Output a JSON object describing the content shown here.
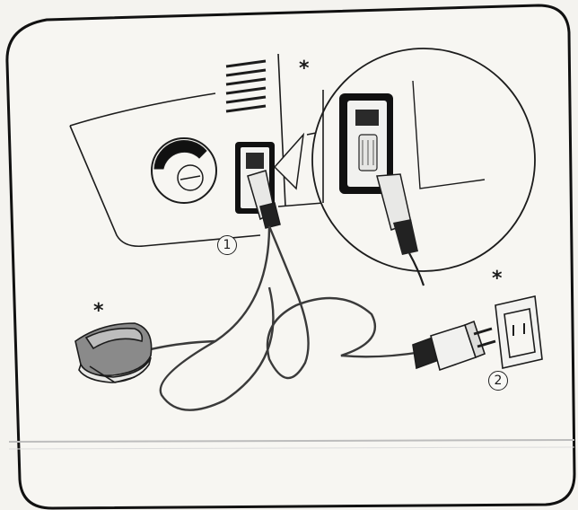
{
  "markers": {
    "asterisk": "*",
    "step1": "1",
    "step2": "2"
  },
  "colors": {
    "paper": "#f4f3ef",
    "ink": "#1c1c1c",
    "mid_gray": "#8a8a8a",
    "dark_gray": "#3a3a3a"
  },
  "icons": [
    "sewing-machine-side",
    "power-socket-inset",
    "foot-controller",
    "power-plug",
    "wall-outlet"
  ]
}
